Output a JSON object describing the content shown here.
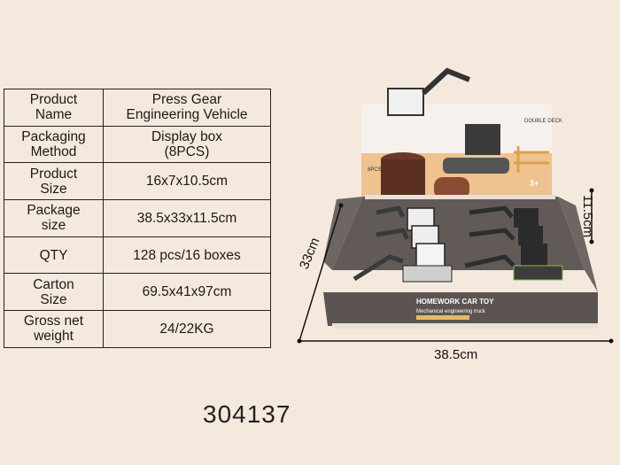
{
  "specs": [
    {
      "label": "Product\nName",
      "value": "Press Gear\nEngineering Vehicle"
    },
    {
      "label": "Packaging\nMethod",
      "value": "Display box\n(8PCS)"
    },
    {
      "label": "Product\nSize",
      "value": "16x7x10.5cm"
    },
    {
      "label": "Package\nsize",
      "value": "38.5x33x11.5cm"
    },
    {
      "label": "QTY",
      "value": "128 pcs/16 boxes"
    },
    {
      "label": "Carton\nSize",
      "value": "69.5x41x97cm"
    },
    {
      "label": "Gross net\nweight",
      "value": "24/22KG"
    }
  ],
  "model_number": "304137",
  "dimensions": {
    "width": "38.5cm",
    "depth": "33cm",
    "height": "11.5cm"
  },
  "box_text": {
    "title": "HOMEWORK CAR TOY",
    "subtitle": "Mechanical engineering truck",
    "pcs": "8PCS",
    "age": "3+"
  },
  "colors": {
    "background": "#f5e9de",
    "box_dark": "#5a5350",
    "box_mid": "#7a7270",
    "header_bg": "#efc28f"
  }
}
